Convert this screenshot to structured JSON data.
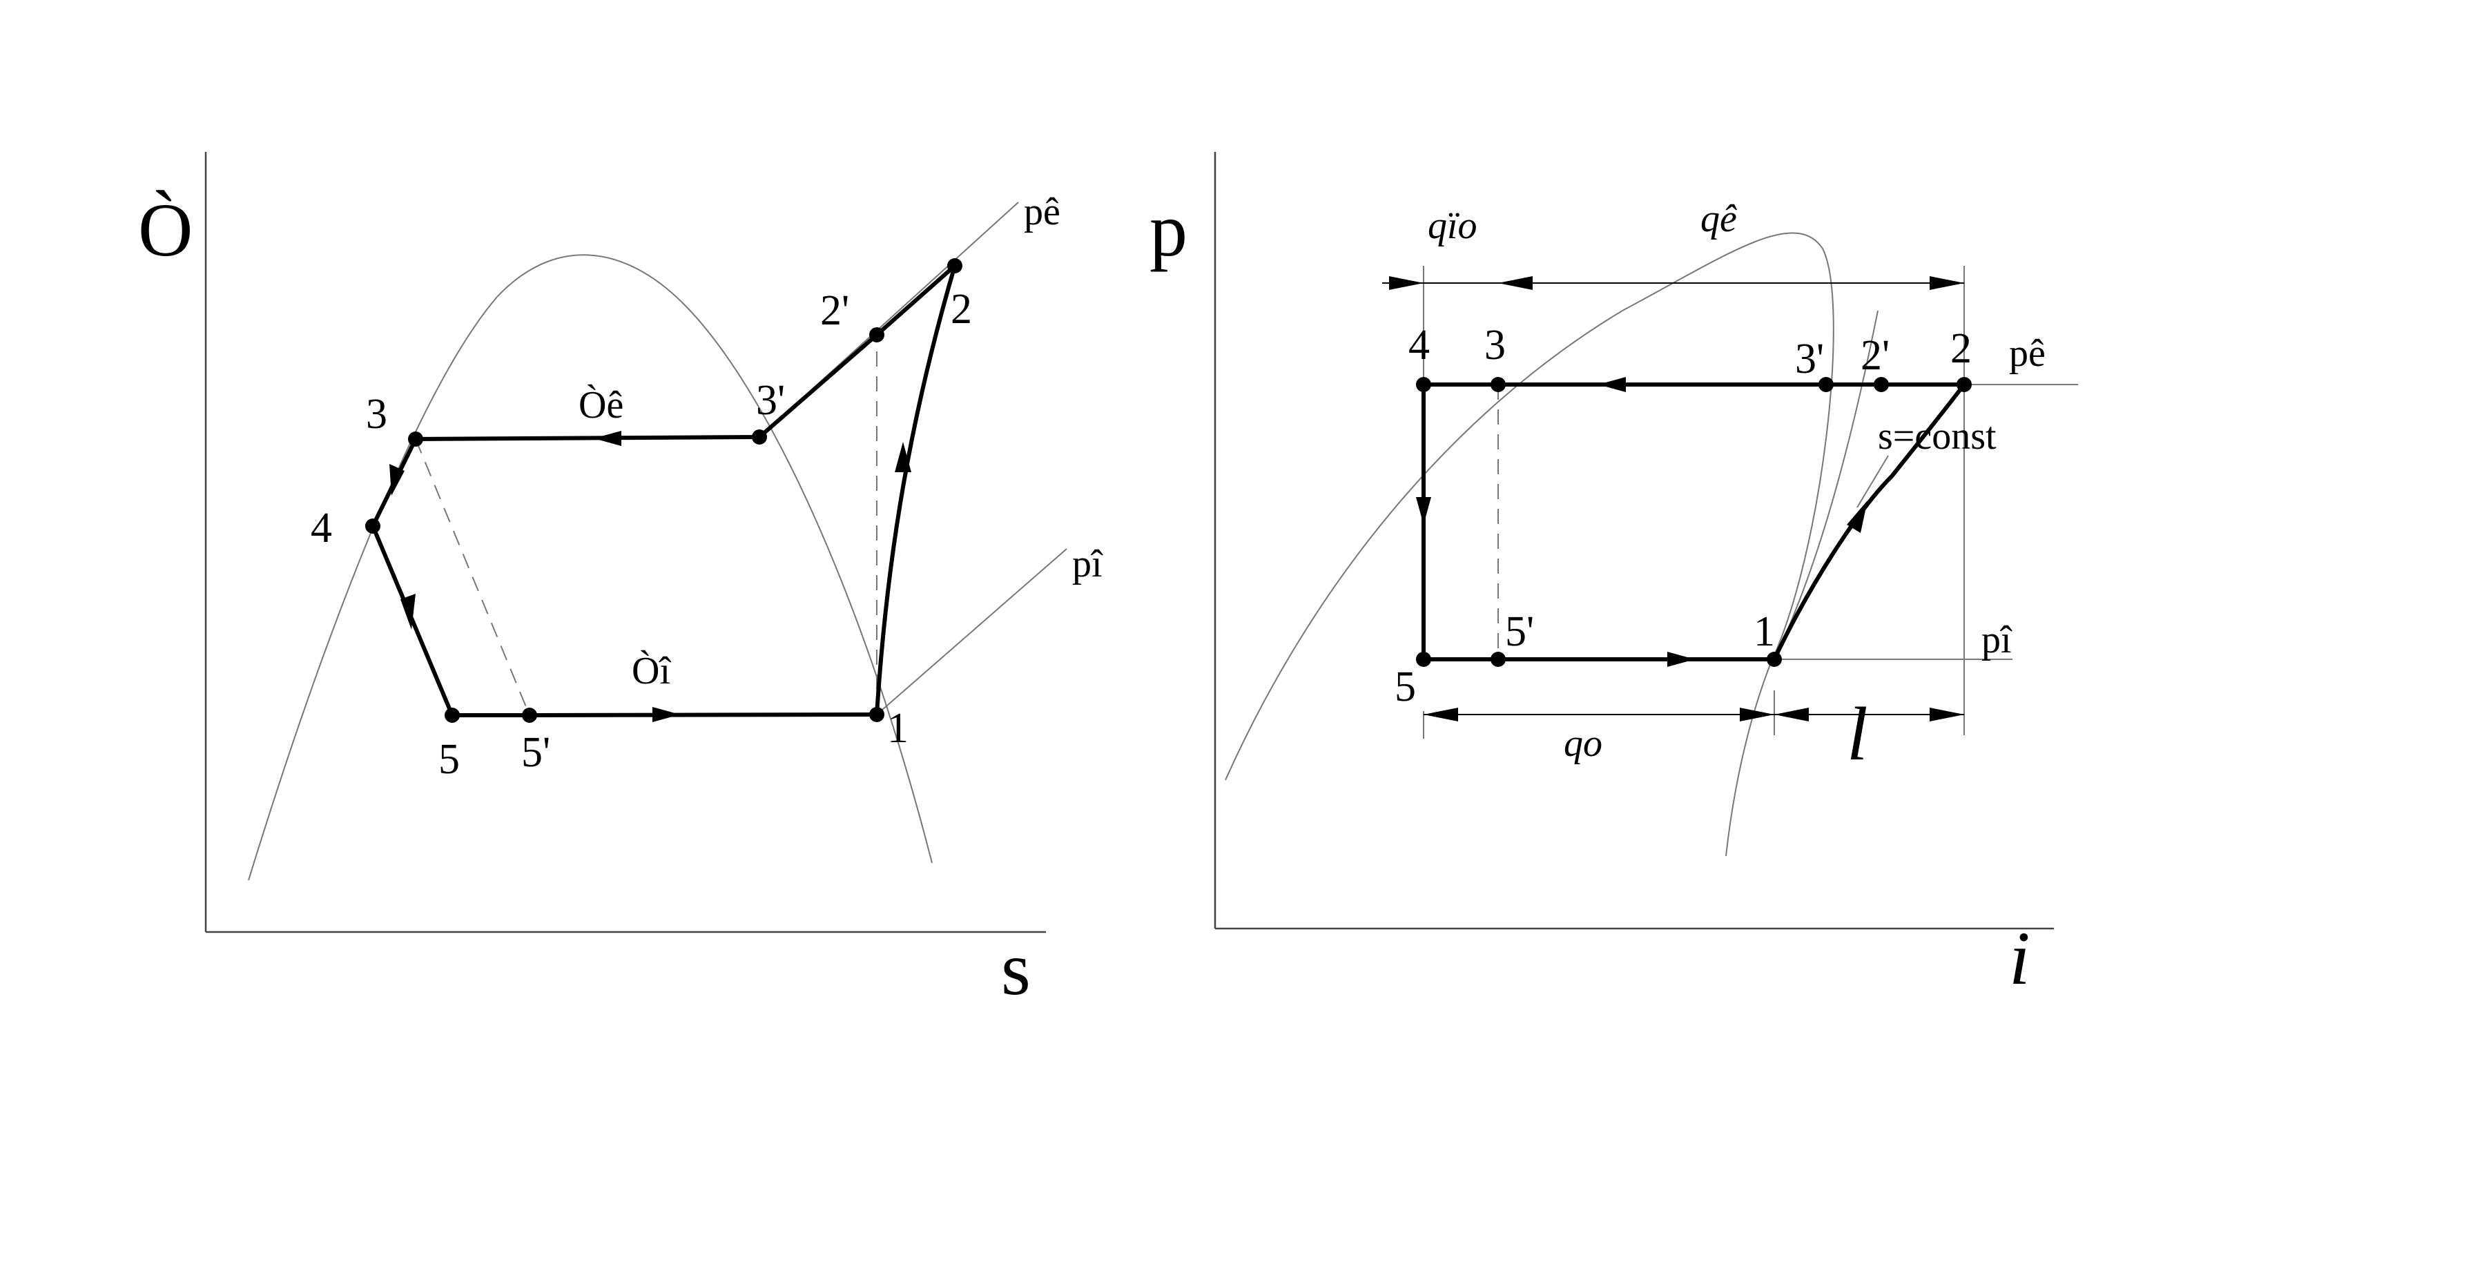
{
  "ts_diagram": {
    "y_axis_label": "Ò",
    "x_axis_label": "s",
    "point_1": "1",
    "point_2": "2",
    "point_2p": "2'",
    "point_3": "3",
    "point_3p": "3'",
    "point_4": "4",
    "point_5": "5",
    "point_5p": "5'",
    "label_tk": "Òê",
    "label_to": "Òî",
    "label_pk": "pê",
    "label_po": "pî"
  },
  "pi_diagram": {
    "y_axis_label": "p",
    "x_axis_label": "i",
    "point_1": "1",
    "point_2": "2",
    "point_2p": "2'",
    "point_3": "3",
    "point_3p": "3'",
    "point_4": "4",
    "point_5": "5",
    "point_5p": "5'",
    "label_qpo": "qïo",
    "label_qk": "qê",
    "label_qo": "qo",
    "label_l": "l",
    "label_pk": "pê",
    "label_po": "pî",
    "label_sconst": "s=const"
  }
}
